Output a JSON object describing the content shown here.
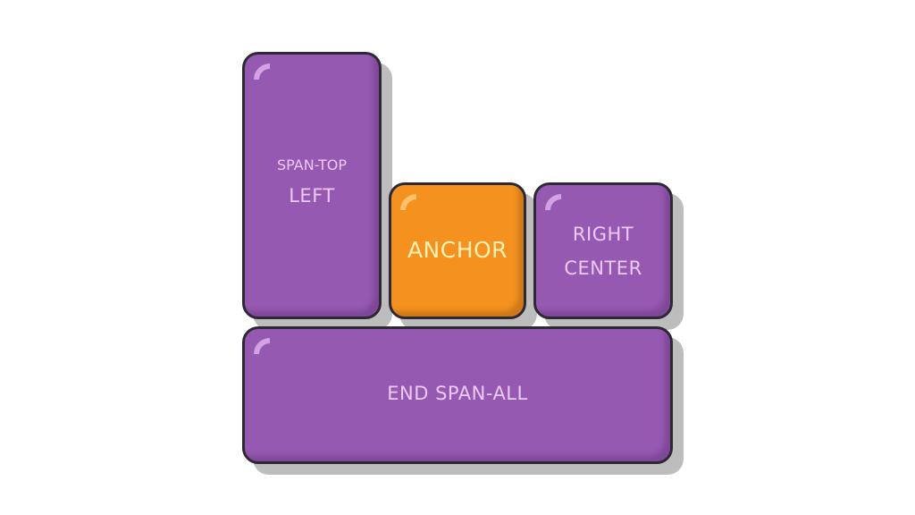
{
  "boxes": {
    "left": {
      "small": "SPAN-TOP",
      "label": "LEFT"
    },
    "anchor": {
      "label": "ANCHOR"
    },
    "right": {
      "line1": "RIGHT",
      "line2": "CENTER"
    },
    "bottom": {
      "label": "END SPAN-ALL"
    }
  },
  "colors": {
    "purple": "#9659b1",
    "orange": "#f5921f",
    "border": "#2d2833"
  }
}
